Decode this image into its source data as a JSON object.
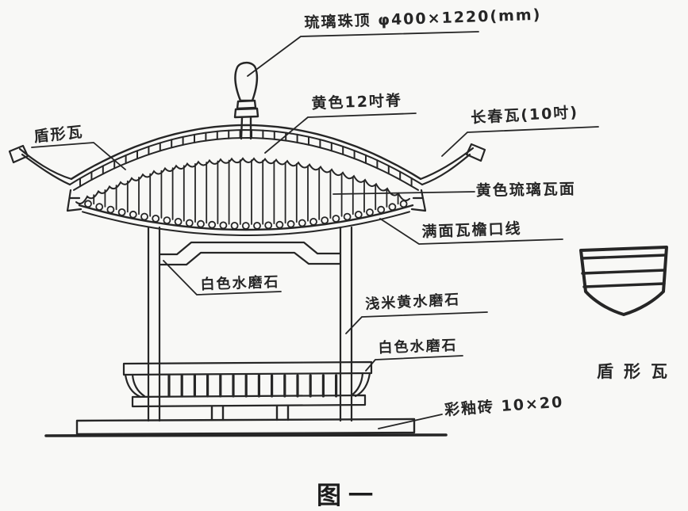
{
  "figure_caption": "图一",
  "labels": {
    "finial": "琉璃珠顶 φ400×1220(mm)",
    "ridge": "黄色12吋脊",
    "eave_tile": "长春瓦(10吋)",
    "shield_tile": "盾形瓦",
    "glazed_surface": "黄色琉璃瓦面",
    "eave_line": "满面瓦檐口线",
    "white_terrazzo_upper": "白色水磨石",
    "beige_terrazzo": "浅米黄水磨石",
    "white_terrazzo_lower": "白色水磨石",
    "glazed_brick": "彩釉砖 10×20",
    "shield_tile_detail": "盾形瓦"
  },
  "colors": {
    "ink": "#262626",
    "paper": "#f8f8f6"
  }
}
